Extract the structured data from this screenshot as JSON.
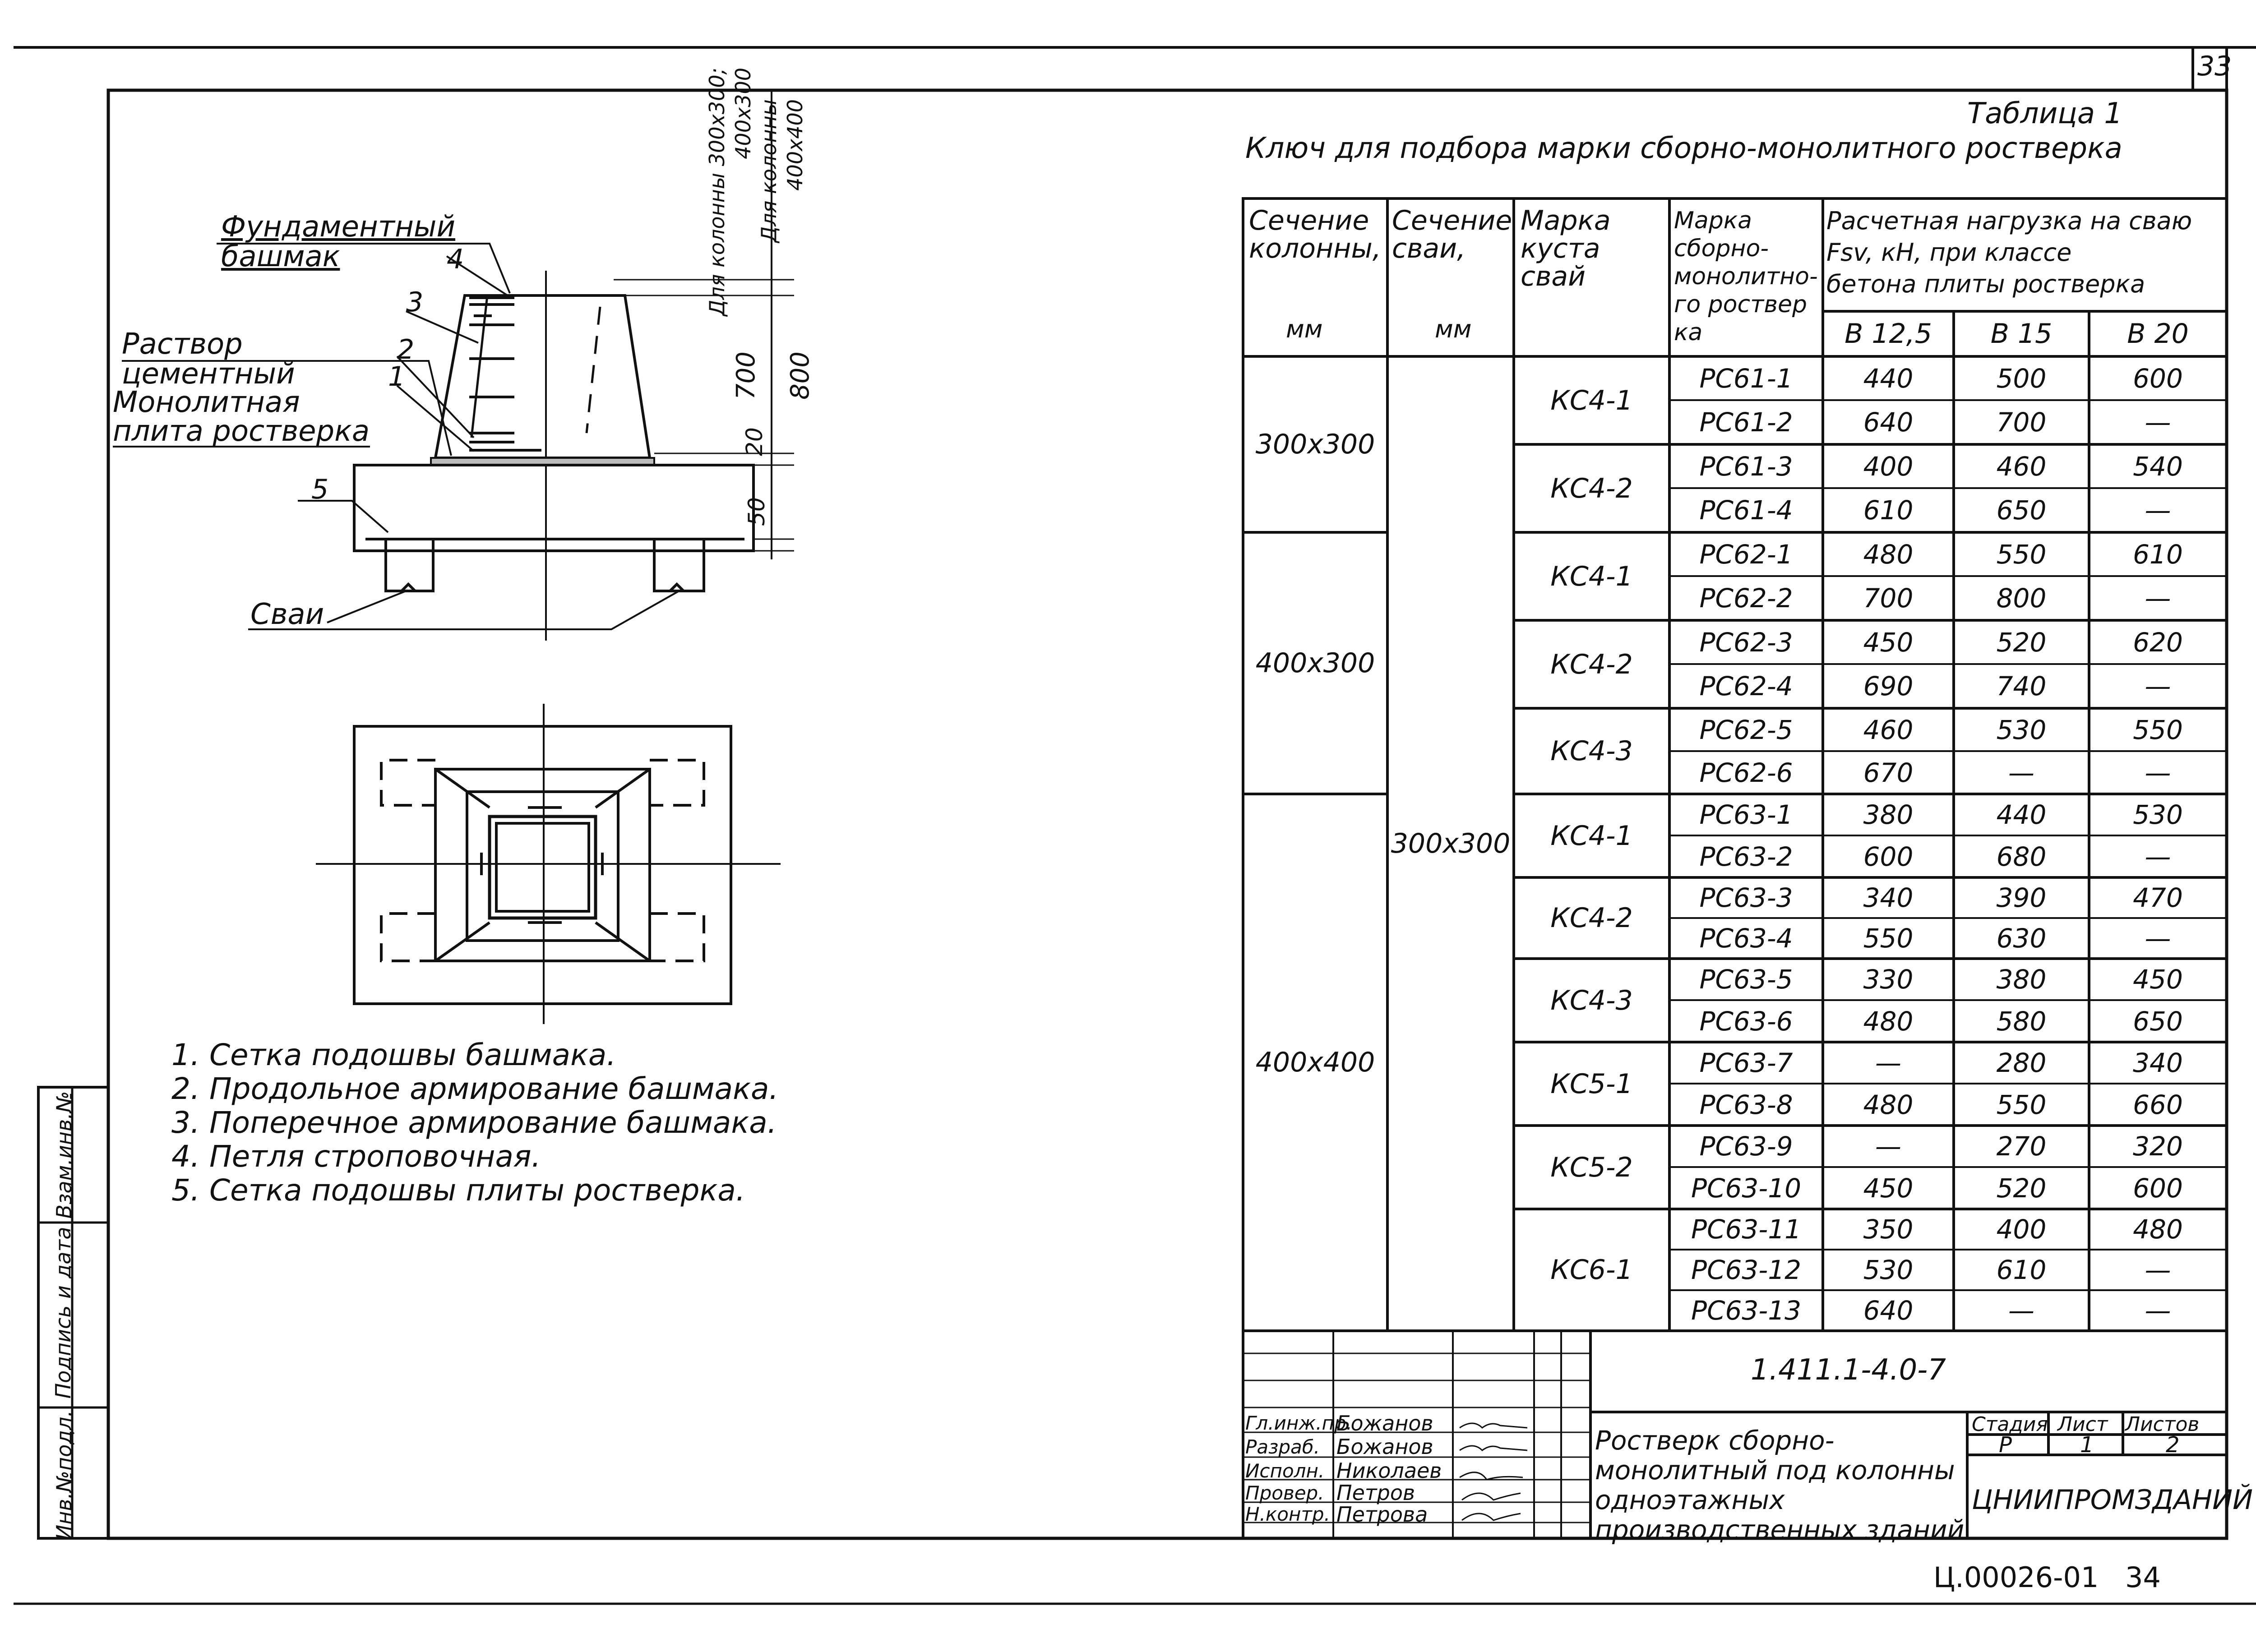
{
  "sheet": {
    "number": "33",
    "bottom_code": "Ц.00026-01",
    "bottom_page": "34"
  },
  "drawing": {
    "labels": {
      "fund_bashmak": "Фундаментный башмак",
      "rastvor": "Раствор цементный",
      "plita": "Монолитная плита ростверка",
      "svai": "Сваи",
      "n1": "1",
      "n2": "2",
      "n3": "3",
      "n4": "4",
      "n5": "5"
    },
    "dims": {
      "d700": "700",
      "d800": "800",
      "d20": "20",
      "d50": "50"
    },
    "col_text_1": "Для колонны 300х300; 400х300",
    "col_text_2": "Для колонны 400х400"
  },
  "notes": [
    "1. Сетка подошвы башмака.",
    "2. Продольное армирование башмака.",
    "3. Поперечное армирование башмака.",
    "4. Петля строповочная.",
    "5. Сетка подошвы плиты ростверка."
  ],
  "table": {
    "label": "Таблица 1",
    "title": "Ключ для подбора марки сборно-монолитного ростверка",
    "headers": {
      "col_section": "Сечение\nколонны,",
      "col_unit": "мм",
      "pile_section": "Сечение\nсваи,",
      "pile_unit": "мм",
      "cluster": "Марка\nкуста\nсвай",
      "mark": "Марка\nсборно-\nмонолитно-\nго роствер\nка",
      "load": "Расчетная нагрузка на сваю\nFsv, кН, при классе\nбетона плиты ростверка",
      "b125": "В 12,5",
      "b15": "В 15",
      "b20": "В 20"
    },
    "col_groups": [
      "300х300",
      "400х300",
      "400х400"
    ],
    "pile_section": "300х300",
    "clusters": [
      "КС4-1",
      "КС4-2",
      "КС4-1",
      "КС4-2",
      "КС4-3",
      "КС4-1",
      "КС4-2",
      "КС4-3",
      "КС5-1",
      "КС5-2",
      "КС6-1"
    ],
    "rows": [
      [
        "РС61-1",
        "440",
        "500",
        "600"
      ],
      [
        "РС61-2",
        "640",
        "700",
        "—"
      ],
      [
        "РС61-3",
        "400",
        "460",
        "540"
      ],
      [
        "РС61-4",
        "610",
        "650",
        "—"
      ],
      [
        "РС62-1",
        "480",
        "550",
        "610"
      ],
      [
        "РС62-2",
        "700",
        "800",
        "—"
      ],
      [
        "РС62-3",
        "450",
        "520",
        "620"
      ],
      [
        "РС62-4",
        "690",
        "740",
        "—"
      ],
      [
        "РС62-5",
        "460",
        "530",
        "550"
      ],
      [
        "РС62-6",
        "670",
        "—",
        "—"
      ],
      [
        "РС63-1",
        "380",
        "440",
        "530"
      ],
      [
        "РС63-2",
        "600",
        "680",
        "—"
      ],
      [
        "РС63-3",
        "340",
        "390",
        "470"
      ],
      [
        "РС63-4",
        "550",
        "630",
        "—"
      ],
      [
        "РС63-5",
        "330",
        "380",
        "450"
      ],
      [
        "РС63-6",
        "480",
        "580",
        "650"
      ],
      [
        "РС63-7",
        "—",
        "280",
        "340"
      ],
      [
        "РС63-8",
        "480",
        "550",
        "660"
      ],
      [
        "РС63-9",
        "—",
        "270",
        "320"
      ],
      [
        "РС63-10",
        "450",
        "520",
        "600"
      ],
      [
        "РС63-11",
        "350",
        "400",
        "480"
      ],
      [
        "РС63-12",
        "530",
        "610",
        "—"
      ],
      [
        "РС63-13",
        "640",
        "—",
        "—"
      ]
    ]
  },
  "title_block": {
    "code": "1.411.1-4.0-7",
    "roles": [
      "Гл.инж.пр.",
      "Разраб.",
      "Исполн.",
      "Провер.",
      "Н.контр."
    ],
    "names": [
      "Божанов",
      "Божанов",
      "Николаев",
      "Петров",
      "Петрова"
    ],
    "title": "Ростверк сборно-монолитный под колонны одноэтажных производственных зданий",
    "stage_label": "Стадия",
    "sheet_label": "Лист",
    "sheets_label": "Листов",
    "stage": "Р",
    "sheet": "1",
    "sheets": "2",
    "org": "ЦНИИПРОМЗДАНИЙ"
  },
  "side_stamp": [
    "Инв.№подл.",
    "Подпись и дата",
    "Взам.инв.№"
  ]
}
